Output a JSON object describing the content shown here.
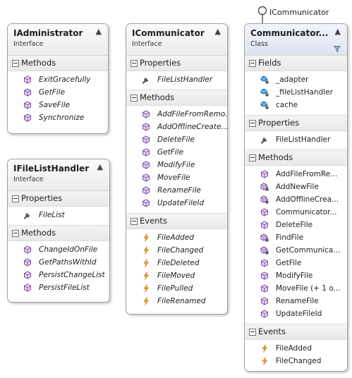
{
  "lollipop_label": "ICommunicator",
  "shapes": {
    "iadmin": {
      "name": "IAdministrator",
      "stereotype": "Interface",
      "sections": [
        {
          "label": "Methods",
          "items": [
            {
              "text": "ExitGracefully",
              "icon": "method-icon"
            },
            {
              "text": "GetFile",
              "icon": "method-icon"
            },
            {
              "text": "SaveFile",
              "icon": "method-icon"
            },
            {
              "text": "Synchronize",
              "icon": "method-icon"
            }
          ]
        }
      ]
    },
    "ifilelist": {
      "name": "IFileListHandler",
      "stereotype": "Interface",
      "sections": [
        {
          "label": "Properties",
          "items": [
            {
              "text": "FileList",
              "icon": "property-icon"
            }
          ]
        },
        {
          "label": "Methods",
          "items": [
            {
              "text": "ChangeIdOnFile",
              "icon": "method-icon"
            },
            {
              "text": "GetPathsWithId",
              "icon": "method-icon"
            },
            {
              "text": "PersistChangeList",
              "icon": "method-icon"
            },
            {
              "text": "PersistFileList",
              "icon": "method-icon"
            }
          ]
        }
      ]
    },
    "icomm": {
      "name": "ICommunicator",
      "stereotype": "Interface",
      "sections": [
        {
          "label": "Properties",
          "items": [
            {
              "text": "FileListHandler",
              "icon": "property-icon"
            }
          ]
        },
        {
          "label": "Methods",
          "items": [
            {
              "text": "AddFileFromRemo...",
              "icon": "method-icon"
            },
            {
              "text": "AddOfflineCreate...",
              "icon": "method-icon"
            },
            {
              "text": "DeleteFile",
              "icon": "method-icon"
            },
            {
              "text": "GetFile",
              "icon": "method-icon"
            },
            {
              "text": "ModifyFile",
              "icon": "method-icon"
            },
            {
              "text": "MoveFile",
              "icon": "method-icon"
            },
            {
              "text": "RenameFile",
              "icon": "method-icon"
            },
            {
              "text": "UpdateFileId",
              "icon": "method-icon"
            }
          ]
        },
        {
          "label": "Events",
          "items": [
            {
              "text": "FileAdded",
              "icon": "event-icon"
            },
            {
              "text": "FileChanged",
              "icon": "event-icon"
            },
            {
              "text": "FileDeleted",
              "icon": "event-icon"
            },
            {
              "text": "FileMoved",
              "icon": "event-icon"
            },
            {
              "text": "FilePulled",
              "icon": "event-icon"
            },
            {
              "text": "FileRenamed",
              "icon": "event-icon"
            }
          ]
        }
      ]
    },
    "commcls": {
      "name": "Communicator...",
      "stereotype": "Class",
      "sections": [
        {
          "label": "Fields",
          "items": [
            {
              "text": "_adapter",
              "icon": "private-field-icon"
            },
            {
              "text": "_fileListHandler",
              "icon": "private-field-icon"
            },
            {
              "text": "cache",
              "icon": "private-field-icon"
            }
          ]
        },
        {
          "label": "Properties",
          "items": [
            {
              "text": "FileListHandler",
              "icon": "property-icon"
            }
          ]
        },
        {
          "label": "Methods",
          "items": [
            {
              "text": "AddFileFromRe...",
              "icon": "method-icon"
            },
            {
              "text": "AddNewFile",
              "icon": "private-method-icon"
            },
            {
              "text": "AddOfflineCrea...",
              "icon": "private-method-icon"
            },
            {
              "text": "Communicator...",
              "icon": "method-icon"
            },
            {
              "text": "DeleteFile",
              "icon": "method-icon"
            },
            {
              "text": "FindFile",
              "icon": "private-method-icon"
            },
            {
              "text": "GetCommunica...",
              "icon": "private-method-icon"
            },
            {
              "text": "GetFile",
              "icon": "method-icon"
            },
            {
              "text": "ModifyFile",
              "icon": "method-icon"
            },
            {
              "text": "MoveFile (+ 1 o...",
              "icon": "method-icon"
            },
            {
              "text": "RenameFile",
              "icon": "method-icon"
            },
            {
              "text": "UpdateFileId",
              "icon": "method-icon"
            }
          ]
        },
        {
          "label": "Events",
          "items": [
            {
              "text": "FileAdded",
              "icon": "event-icon"
            },
            {
              "text": "FileChanged",
              "icon": "event-icon"
            }
          ]
        }
      ]
    }
  }
}
